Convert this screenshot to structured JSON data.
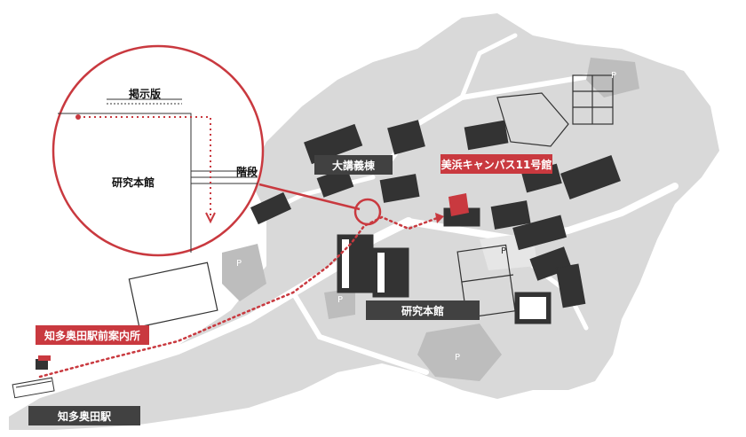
{
  "map": {
    "labels": {
      "main_hall": "大講義棟",
      "building_11": "美浜キャンパス11号館",
      "research_hq": "研究本館",
      "info_center": "知多奥田駅前案内所",
      "station": "知多奥田駅"
    },
    "inset": {
      "board": "掲示版",
      "building": "研究本館",
      "stairs": "階段"
    },
    "parking": [
      "P",
      "P",
      "P",
      "P",
      "P"
    ],
    "colors": {
      "ground": "#d9d9d9",
      "road": "#ffffff",
      "building_dark": "#333333",
      "accent": "#c9393f",
      "label_bg": "#414141"
    }
  }
}
